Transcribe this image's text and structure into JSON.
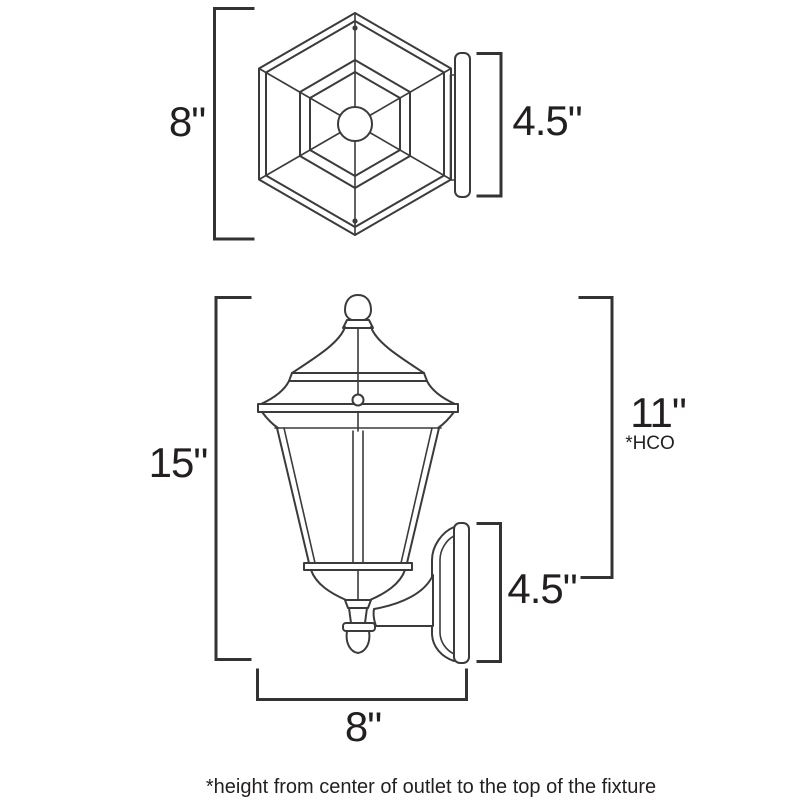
{
  "diagram_title": "wall-lantern-dimension-diagram",
  "colors": {
    "background": "#ffffff",
    "line": "#3b3b3b",
    "bracket": "#333333",
    "text": "#231f20"
  },
  "top_view": {
    "name": "fixture top view (hexagonal frame)",
    "width_label": "8\"",
    "backplate_height_label": "4.5\""
  },
  "side_view": {
    "name": "fixture side view (wall lantern)",
    "height_label": "15\"",
    "outlet_height_label": "11\"",
    "outlet_height_note": "*HCO",
    "backplate_height_label": "4.5\"",
    "width_label": "8\""
  },
  "footnote": "*height from center of outlet to the top of the fixture"
}
